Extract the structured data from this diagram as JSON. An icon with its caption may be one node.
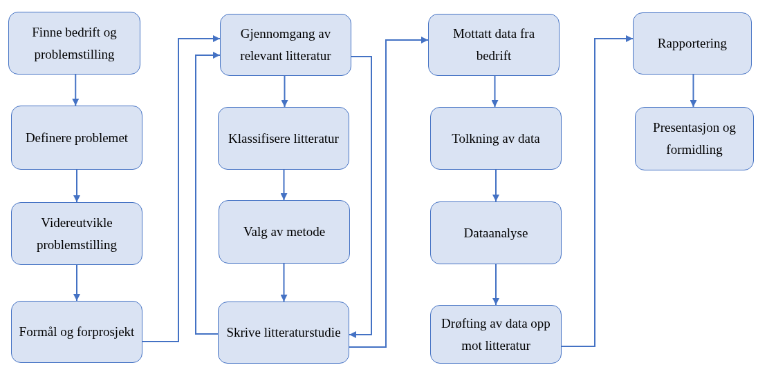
{
  "diagram": {
    "nodes": [
      {
        "text": [
          "Finne bedrift og problemstilling"
        ]
      },
      {
        "text": [
          "Definere problemet"
        ]
      },
      {
        "text": [
          "Videreutvikle problemstilling"
        ]
      },
      {
        "text": [
          "Formål og forprosjekt"
        ]
      },
      {
        "text": [
          "Gjennomgang av relevant litteratur"
        ]
      },
      {
        "text": [
          "Klassifisere litteratur"
        ]
      },
      {
        "text": [
          "Valg av metode"
        ]
      },
      {
        "text": [
          "Skrive litteraturstudie"
        ]
      },
      {
        "text": [
          "Mottatt data fra bedrift"
        ]
      },
      {
        "text": [
          "Tolkning av data"
        ]
      },
      {
        "text": [
          "Dataanalyse"
        ]
      },
      {
        "text": [
          "Drøfting av data opp mot litteratur"
        ]
      },
      {
        "text": [
          "Rapportering"
        ]
      },
      {
        "text": [
          "Presentasjon og formidling"
        ]
      }
    ],
    "edges": [
      {
        "from": 0,
        "to": 1,
        "arrow": "to"
      },
      {
        "from": 1,
        "to": 2,
        "arrow": "to"
      },
      {
        "from": 2,
        "to": 3,
        "arrow": "to"
      },
      {
        "from": 3,
        "to": 4,
        "arrow": "to"
      },
      {
        "from": 4,
        "to": 5,
        "arrow": "to"
      },
      {
        "from": 5,
        "to": 6,
        "arrow": "to"
      },
      {
        "from": 6,
        "to": 7,
        "arrow": "to"
      },
      {
        "from": 7,
        "to": 4,
        "arrow": "to"
      },
      {
        "from": 4,
        "to": 7,
        "arrow": "to"
      },
      {
        "from": 7,
        "to": 8,
        "arrow": "to"
      },
      {
        "from": 8,
        "to": 9,
        "arrow": "to"
      },
      {
        "from": 9,
        "to": 10,
        "arrow": "to"
      },
      {
        "from": 10,
        "to": 11,
        "arrow": "to"
      },
      {
        "from": 11,
        "to": 12,
        "arrow": "to"
      },
      {
        "from": 12,
        "to": 13,
        "arrow": "to"
      }
    ]
  }
}
